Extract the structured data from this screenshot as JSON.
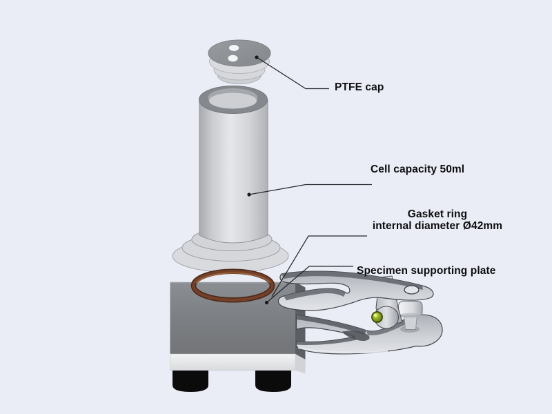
{
  "labels": {
    "ptfe_cap": "PTFE cap",
    "cell_capacity": "Cell capacity 50ml",
    "gasket_ring_line1": "Gasket ring",
    "gasket_ring_line2": "internal diameter Ø42mm",
    "specimen_plate": "Specimen supporting plate"
  },
  "components": [
    {
      "id": "ptfe-cap",
      "label": "PTFE cap"
    },
    {
      "id": "test-cell-cylinder",
      "label": "Cell capacity 50ml"
    },
    {
      "id": "gasket-ring",
      "label": "Gasket ring internal diameter Ø42mm"
    },
    {
      "id": "specimen-supporting-plate",
      "label": "Specimen supporting plate"
    }
  ],
  "colors": {
    "background": "#ebedf6",
    "label_text": "#0e0e10",
    "leader_line": "#26262a",
    "cap_top_gray": "#8f9298",
    "metal_light_gray": "#d6d8dc",
    "plate_dark_gray": "#7d8084",
    "plate_strip_white": "#eceef0",
    "feet_black": "#0b0b0c",
    "gasket_brown": "#74402a",
    "clamp_metal": "#c6c9cf",
    "clamp_dark_face": "#686c72",
    "pin_green": "#7d9b1f"
  }
}
